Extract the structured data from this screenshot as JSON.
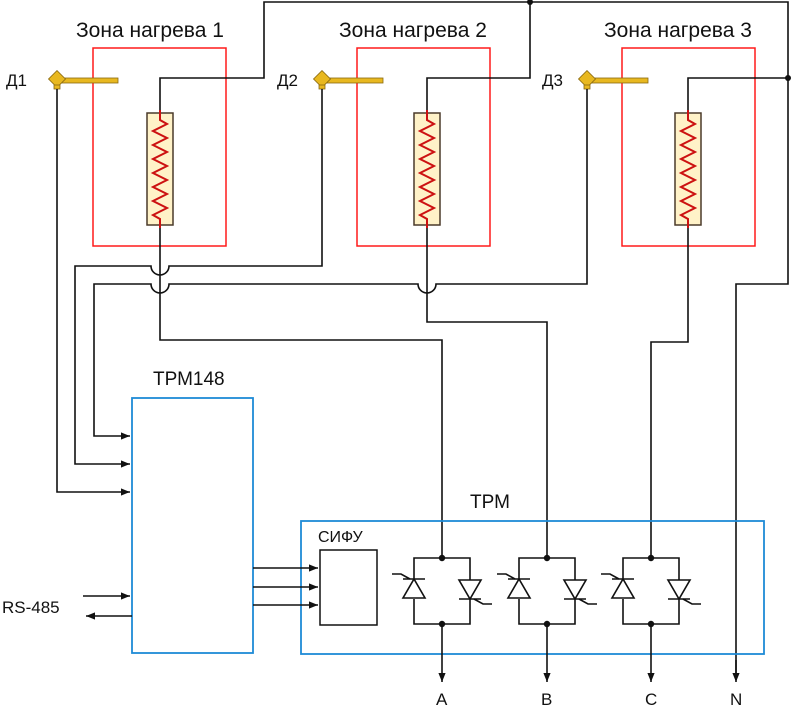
{
  "diagram": {
    "zones": [
      {
        "title": "Зона нагрева 1",
        "sensor": "Д1"
      },
      {
        "title": "Зона нагрева 2",
        "sensor": "Д2"
      },
      {
        "title": "Зона нагрева 3",
        "sensor": "Д3"
      }
    ],
    "controller": {
      "label": "ТРМ148"
    },
    "power_unit": {
      "label": "ТРМ",
      "sifu_label": "СИФУ"
    },
    "interface": {
      "label": "RS-485"
    },
    "outputs": [
      {
        "label": "A"
      },
      {
        "label": "B"
      },
      {
        "label": "C"
      },
      {
        "label": "N"
      }
    ],
    "colors": {
      "wire": "#111111",
      "zone_border": "#ff1a1a",
      "block_border": "#1e8ad6",
      "heater_fill": "#fff2c8",
      "heater_coil": "#cc1111",
      "sensor": "#e8b820"
    }
  }
}
